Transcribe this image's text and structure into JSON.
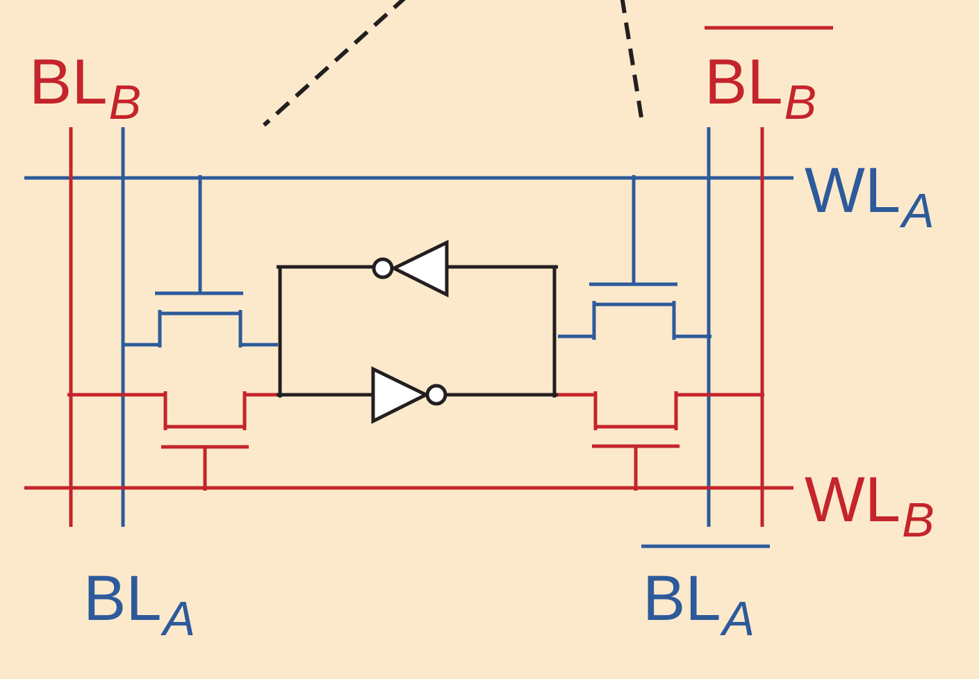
{
  "labels": {
    "bl_b_left": {
      "main": "BL",
      "sub": "B"
    },
    "bl_b_bar": {
      "main": "BL",
      "sub": "B"
    },
    "wl_a": {
      "main": "WL",
      "sub": "A"
    },
    "wl_b": {
      "main": "WL",
      "sub": "B"
    },
    "bl_a_left": {
      "main": "BL",
      "sub": "A"
    },
    "bl_a_bar": {
      "main": "BL",
      "sub": "A"
    }
  },
  "colors": {
    "background": "#fce9cb",
    "port_a": "#2d5a9b",
    "port_b": "#c4242b",
    "core": "#231f20"
  }
}
